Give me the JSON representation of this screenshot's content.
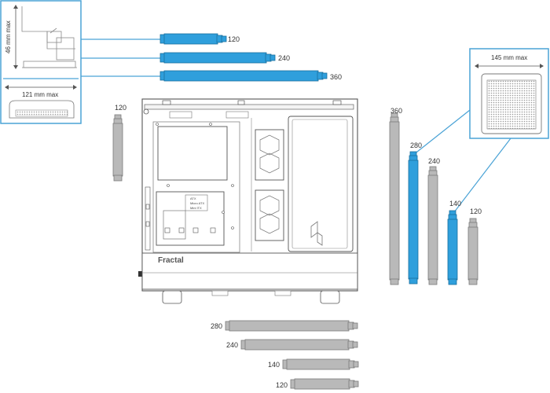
{
  "colors": {
    "accent": "#2f9fdc",
    "accent_dark": "#1a6f9e",
    "gray": "#b9b9b9",
    "gray_dark": "#7c7c7c",
    "line": "#4aa3d6"
  },
  "brand": "Fractal",
  "callouts": {
    "top_height": "46 mm max",
    "top_width": "121 mm max",
    "side_width": "145 mm max"
  },
  "case_label_lines": [
    "ATX",
    "Micro ATX",
    "Mini ITX"
  ],
  "radiators": {
    "top": [
      {
        "label": "120",
        "color": "accent"
      },
      {
        "label": "240",
        "color": "accent"
      },
      {
        "label": "360",
        "color": "accent"
      }
    ],
    "rear_left": {
      "label": "120",
      "color": "gray"
    },
    "front": [
      {
        "label": "360",
        "color": "gray"
      },
      {
        "label": "280",
        "color": "accent"
      },
      {
        "label": "240",
        "color": "gray"
      },
      {
        "label": "140",
        "color": "accent"
      },
      {
        "label": "120",
        "color": "gray"
      }
    ],
    "bottom": [
      {
        "label": "280",
        "color": "gray"
      },
      {
        "label": "240",
        "color": "gray"
      },
      {
        "label": "140",
        "color": "gray"
      },
      {
        "label": "120",
        "color": "gray"
      }
    ]
  }
}
